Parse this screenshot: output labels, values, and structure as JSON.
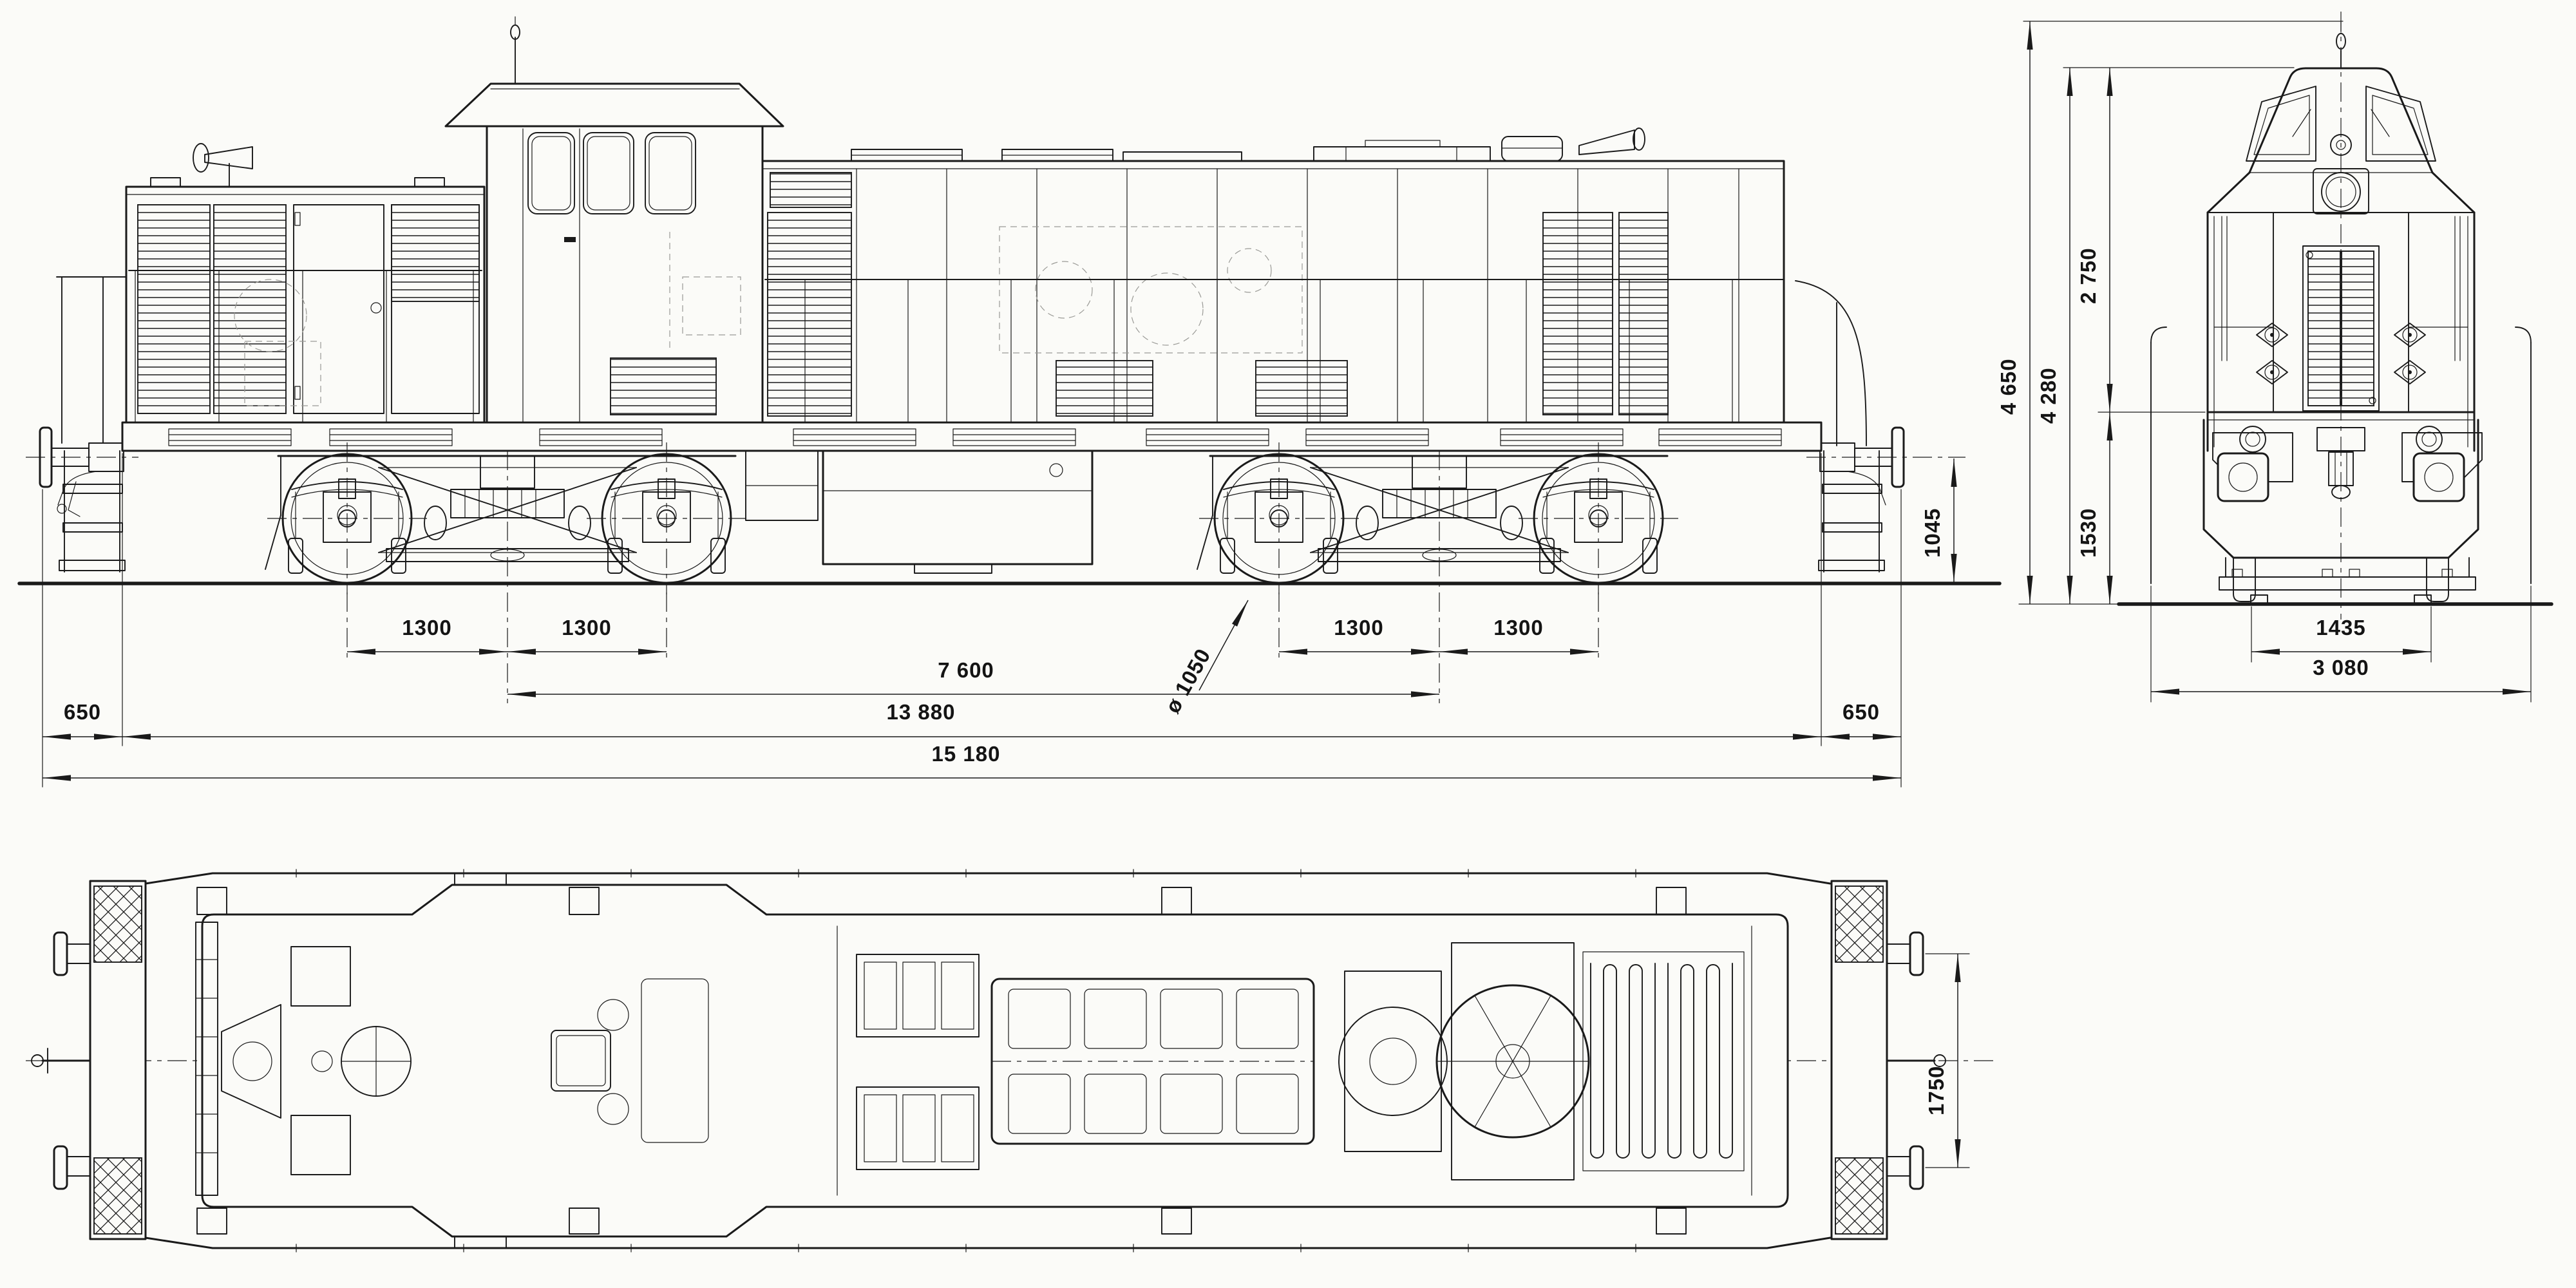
{
  "drawing": {
    "subject": "diesel shunting locomotive three-view blueprint",
    "views": [
      "side elevation",
      "front elevation",
      "plan view"
    ],
    "colors": {
      "paper": "#fbfbf8",
      "ink": "#1a1a1a"
    }
  },
  "dims": {
    "side": {
      "axle_spacing_fl": "1300",
      "axle_spacing_fr": "1300",
      "axle_spacing_rl": "1300",
      "axle_spacing_rr": "1300",
      "bogie_centers": "7 600",
      "frame_length": "13 880",
      "length_over_buffers": "15 180",
      "front_overhang": "650",
      "rear_overhang": "650",
      "buffer_height": "1045",
      "wheel_diameter": "ø 1050"
    },
    "front": {
      "height_over_antenna": "4 650",
      "height_over_cab": "4 280",
      "body_above_frame": "2 750",
      "frame_height": "1530",
      "track_gauge": "1435",
      "overall_width": "3 080"
    },
    "plan": {
      "buffer_centers": "1750"
    }
  }
}
